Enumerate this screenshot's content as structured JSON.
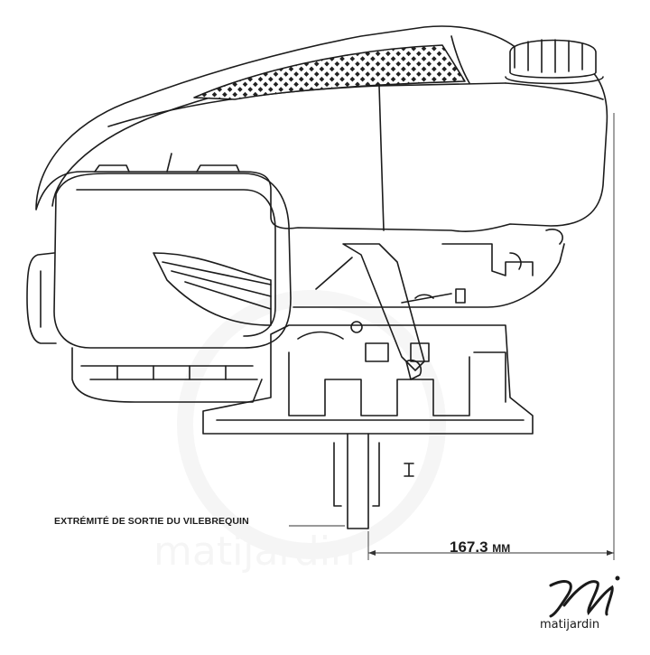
{
  "labels": {
    "crankshaft_output": "EXTRÉMITÉ DE SORTIE DU VILEBREQUIN",
    "dimension_value": "167.3",
    "dimension_unit": "MM"
  },
  "brand": {
    "name": "matijardin"
  },
  "colors": {
    "line": "#1c1c1c",
    "background": "#ffffff",
    "watermark": "#ececec"
  }
}
